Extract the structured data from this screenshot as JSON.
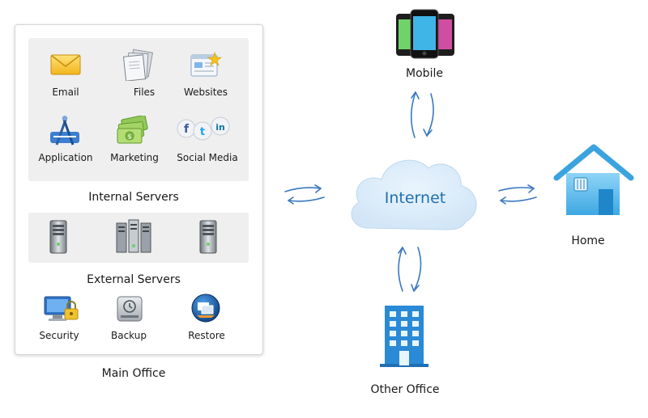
{
  "main_office": {
    "label": "Main Office",
    "internal_servers": {
      "label": "Internal Servers",
      "items": [
        {
          "label": "Email",
          "icon": "envelope-icon"
        },
        {
          "label": "Files",
          "icon": "files-icon"
        },
        {
          "label": "Websites",
          "icon": "websites-icon"
        },
        {
          "label": "Application",
          "icon": "application-icon"
        },
        {
          "label": "Marketing",
          "icon": "money-icon"
        },
        {
          "label": "Social Media",
          "icon": "social-media-icon"
        }
      ]
    },
    "external_servers": {
      "label": "External Servers",
      "items": [
        {
          "icon": "server-tower-icon"
        },
        {
          "icon": "server-rack-icon"
        },
        {
          "icon": "server-tower-icon"
        }
      ]
    },
    "tools": [
      {
        "label": "Security",
        "icon": "security-lock-icon"
      },
      {
        "label": "Backup",
        "icon": "backup-drive-icon"
      },
      {
        "label": "Restore",
        "icon": "restore-icon"
      }
    ]
  },
  "internet": {
    "label": "Internet"
  },
  "mobile": {
    "label": "Mobile"
  },
  "home": {
    "label": "Home"
  },
  "other_office": {
    "label": "Other Office"
  },
  "colors": {
    "cloud_fill": "#d6ebfa",
    "cloud_text": "#1f6fb0",
    "arrow": "#3a78bf",
    "building": "#2a8ad6",
    "house": "#5ab8ec"
  }
}
